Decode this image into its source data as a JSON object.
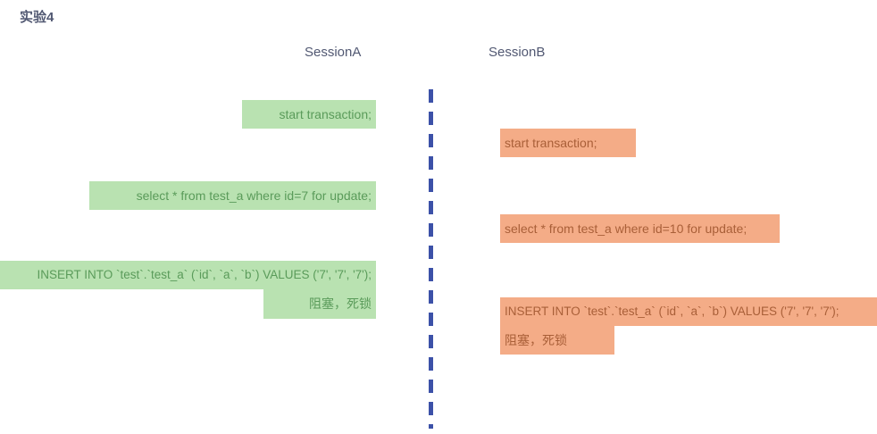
{
  "title": "实验4",
  "colors": {
    "session_a_bg": "#b9e2b1",
    "session_a_text": "#5a9b5a",
    "session_b_bg": "#f4ac87",
    "session_b_text": "#a95f38",
    "header_text": "#515872",
    "divider": "#3c51a8",
    "background": "#ffffff"
  },
  "session_a": {
    "label": "SessionA",
    "steps": [
      {
        "text": "start transaction;"
      },
      {
        "text": "select * from test_a where id=7 for update;"
      },
      {
        "text": "INSERT INTO `test`.`test_a` (`id`, `a`, `b`) VALUES ('7', '7', '7');"
      },
      {
        "text": "阻塞，死锁"
      }
    ]
  },
  "session_b": {
    "label": "SessionB",
    "steps": [
      {
        "text": "start transaction;"
      },
      {
        "text": "select * from test_a where id=10 for update;"
      },
      {
        "text": "INSERT INTO `test`.`test_a` (`id`, `a`, `b`) VALUES ('7', '7', '7');"
      },
      {
        "text": "阻塞，死锁"
      }
    ]
  }
}
